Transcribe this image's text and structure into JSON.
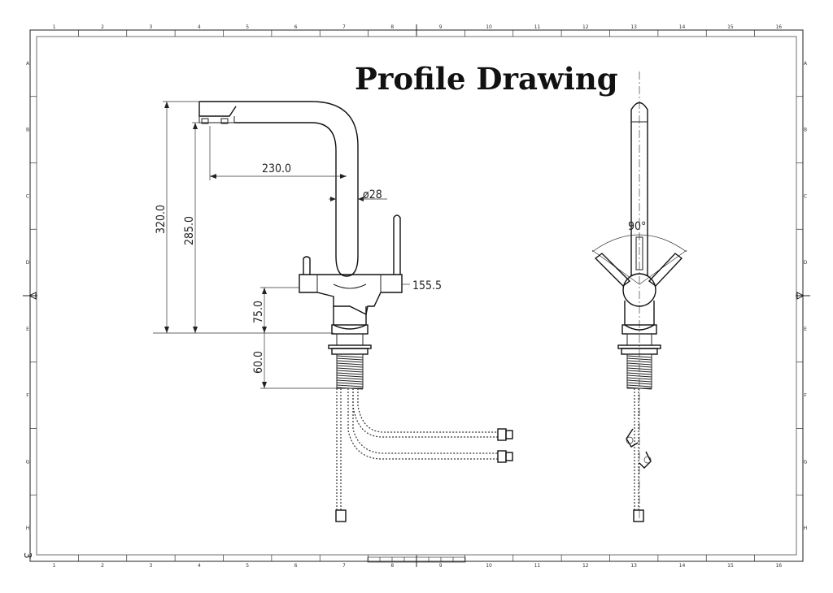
{
  "title": "Profile Drawing",
  "sheet_number": "3",
  "grid": {
    "columns": [
      "1",
      "2",
      "3",
      "4",
      "5",
      "6",
      "7",
      "8",
      "9",
      "10",
      "11",
      "12",
      "13",
      "14",
      "15",
      "16"
    ],
    "rows": [
      "A",
      "B",
      "C",
      "D",
      "E",
      "F",
      "G",
      "H"
    ]
  },
  "dimensions": {
    "reach": "230.0",
    "spout_diameter": "ø28",
    "total_height": "320.0",
    "spout_height": "285.0",
    "body_width": "155.5",
    "body_height": "75.0",
    "shank_length": "60.0",
    "handle_rotation": "90°"
  }
}
